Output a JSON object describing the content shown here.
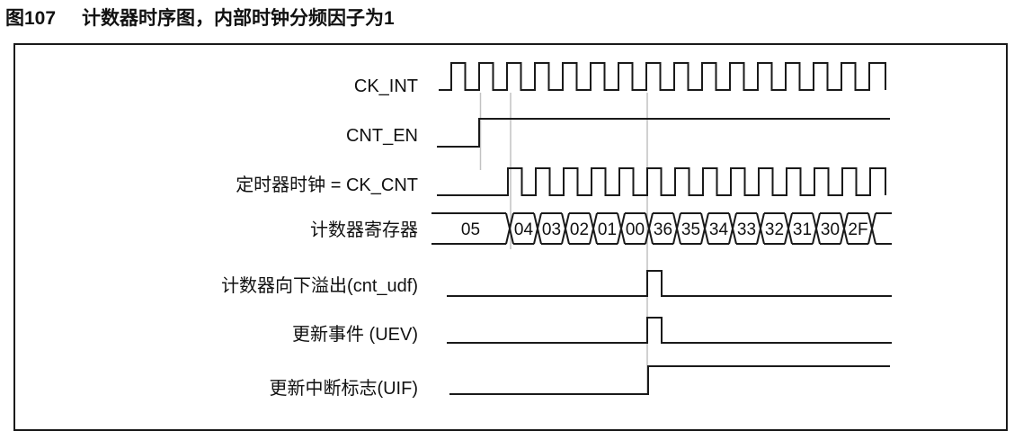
{
  "title": {
    "figure_label": "图107",
    "text": "计数器时序图，内部时钟分频因子为1"
  },
  "diagram": {
    "colors": {
      "line": "#1a1a1a",
      "guide": "#c2c2c2",
      "text": "#111111",
      "background": "#ffffff"
    },
    "signals": [
      {
        "id": "ck_int",
        "label": "CK_INT",
        "type": "clock",
        "first_edge": 0,
        "last_edge": 15
      },
      {
        "id": "cnt_en",
        "label": "CNT_EN",
        "type": "step",
        "rise": 1
      },
      {
        "id": "ck_cnt",
        "label": "定时器时钟 = CK_CNT",
        "type": "clock",
        "first_edge": 2,
        "last_edge": 15
      },
      {
        "id": "counter",
        "label": "计数器寄存器",
        "type": "bus",
        "initial": "05",
        "first_transition": 2,
        "values": [
          "04",
          "03",
          "02",
          "01",
          "00",
          "36",
          "35",
          "34",
          "33",
          "32",
          "31",
          "30",
          "2F"
        ]
      },
      {
        "id": "cnt_udf",
        "label": "计数器向下溢出(cnt_udf)",
        "type": "pulse",
        "at": 7
      },
      {
        "id": "uev",
        "label": "更新事件 (UEV)",
        "type": "pulse",
        "at": 7
      },
      {
        "id": "uif",
        "label": "更新中断标志(UIF)",
        "type": "step",
        "rise": 7
      }
    ],
    "guides": [
      {
        "at": 1
      },
      {
        "at": 2
      },
      {
        "at": 7
      }
    ]
  }
}
